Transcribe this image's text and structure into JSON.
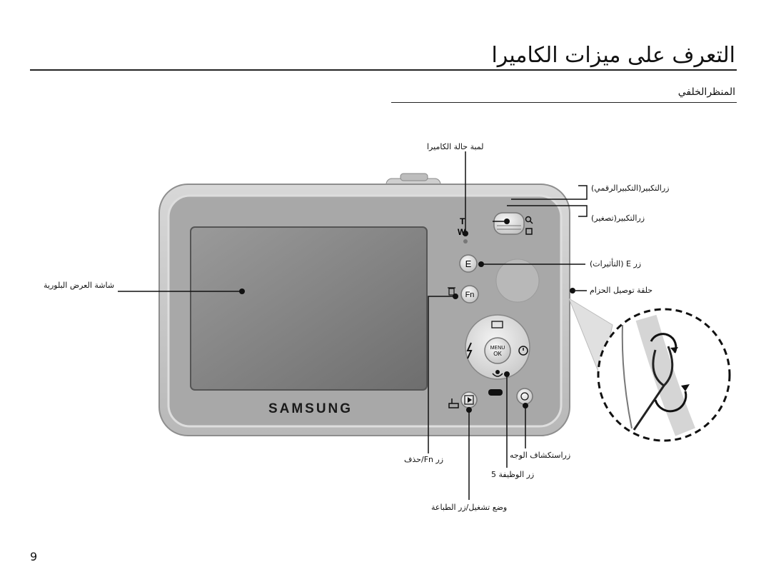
{
  "page": {
    "title": "التعرف على ميزات الكاميرا",
    "subtitle": "المنظرالخلفي",
    "page_number": "9"
  },
  "camera": {
    "brand": "SAMSUNG",
    "button_labels": {
      "tele": "T",
      "wide": "W",
      "e": "E",
      "fn": "Fn",
      "menu": "MENU",
      "ok": "OK"
    }
  },
  "callouts": {
    "status_lamp": "لمبة حالة الكاميرا",
    "zoom_tele": "زرالتكبير(التكبيرالرقمي)",
    "zoom_wide": "زرالتكبير(تصغير)",
    "e_button": "زر E (التأثيرات)",
    "strap_eyelet": "حلقة توصيل الحزام",
    "lcd": "شاشة العرض البلورية",
    "fn_delete": "زر Fn/حذف",
    "face_detection": "زراستكشاف الوجه",
    "five_function": "زر الوظيفة 5",
    "play_print": "وضع تشغيل/زر الطباعة"
  }
}
